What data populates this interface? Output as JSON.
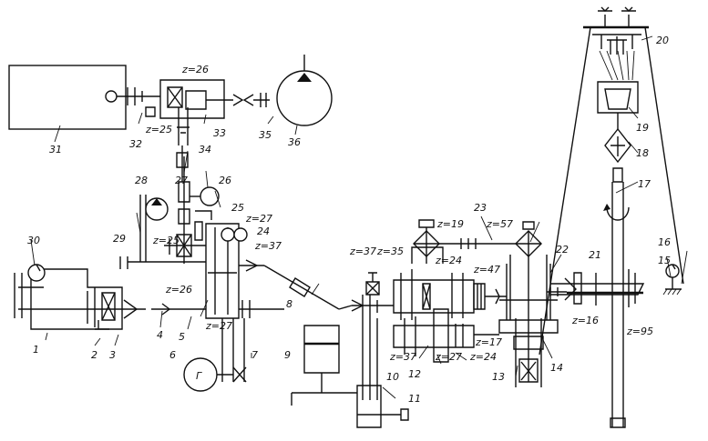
{
  "labels": {
    "n1": "1",
    "n2": "2",
    "n3": "3",
    "n4": "4",
    "n5": "5",
    "n6": "6",
    "n7": "7",
    "n8": "8",
    "n9": "9",
    "n10": "10",
    "n11": "11",
    "n12": "12",
    "n13": "13",
    "n14": "14",
    "n15": "15",
    "n16": "16",
    "n17": "17",
    "n18": "18",
    "n19": "19",
    "n20": "20",
    "n21": "21",
    "n22": "22",
    "n23": "23",
    "n24": "24",
    "n25": "25",
    "n26": "26",
    "n27": "27",
    "n28": "28",
    "n29": "29",
    "n30": "30",
    "n31": "31",
    "n32": "32",
    "n33": "33",
    "n34": "34",
    "n35": "35",
    "n36": "36"
  },
  "gears": {
    "z26_top": "z=26",
    "z25_top": "z=25",
    "z27_a": "z=27",
    "z25_mid": "z=25",
    "z37_a": "z=37",
    "z26_low": "z=26",
    "z27_b": "z=27",
    "z37_b": "z=37",
    "z35": "z=35",
    "z19": "z=19",
    "z24_a": "z=24",
    "z47": "z=47",
    "z57": "z=57",
    "z37_c": "z=37",
    "z27_c": "z=27",
    "z24_b": "z=24",
    "z17": "z=17",
    "z16": "z=16",
    "z95": "z=95"
  },
  "symbols": {
    "generator": "Г"
  }
}
